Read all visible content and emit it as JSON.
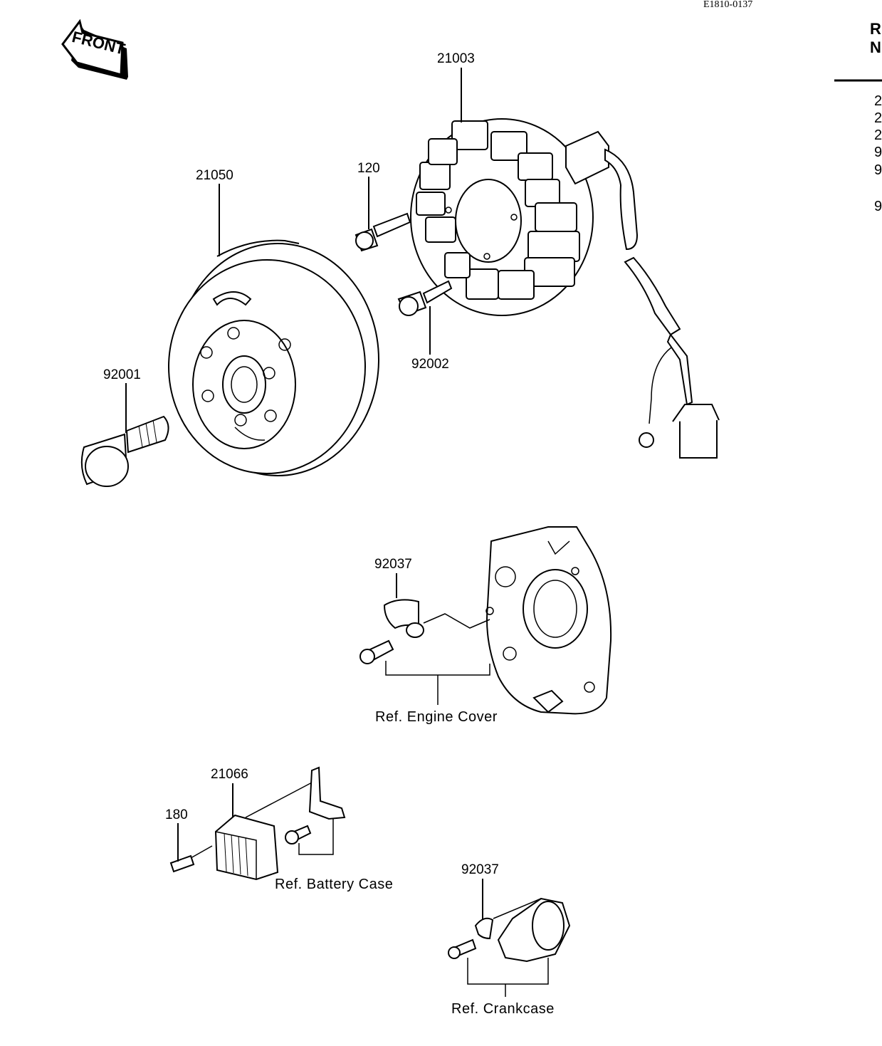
{
  "diagram_code": "E1810-0137",
  "front_arrow": {
    "label": "FRONT"
  },
  "callouts": {
    "stator": "21003",
    "rotor": "21050",
    "stator_bolt_top": "120",
    "stator_bolt_bottom": "92002",
    "rotor_bolt": "92001",
    "clamp_cover": "92037",
    "regulator": "21066",
    "regulator_bolt": "180",
    "clamp_crankcase": "92037"
  },
  "references": {
    "engine_cover": "Ref. Engine Cover",
    "battery_case": "Ref. Battery Case",
    "crankcase": "Ref. Crankcase"
  },
  "side_panel": {
    "header_lines": [
      "R",
      "N"
    ],
    "rows": [
      "2",
      "2",
      "2",
      "9",
      "9",
      "9"
    ]
  }
}
